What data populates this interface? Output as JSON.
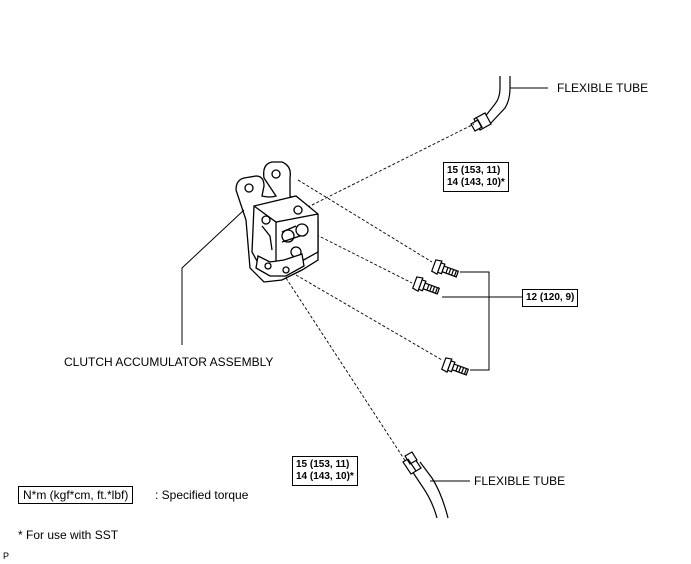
{
  "labels": {
    "flexible_tube_top": "FLEXIBLE TUBE",
    "flexible_tube_bottom": "FLEXIBLE TUBE",
    "accumulator": "CLUTCH ACCUMULATOR ASSEMBLY"
  },
  "torque": {
    "top_line1": "15 (153, 11)",
    "top_line2": "14 (143, 10)*",
    "bolts": "12 (120, 9)",
    "bottom_line1": "15 (153, 11)",
    "bottom_line2": "14 (143, 10)*"
  },
  "legend": {
    "box": "N*m (kgf*cm, ft.*lbf)",
    "text": ": Specified torque",
    "note": "* For use with SST"
  },
  "corner_mark": "P"
}
